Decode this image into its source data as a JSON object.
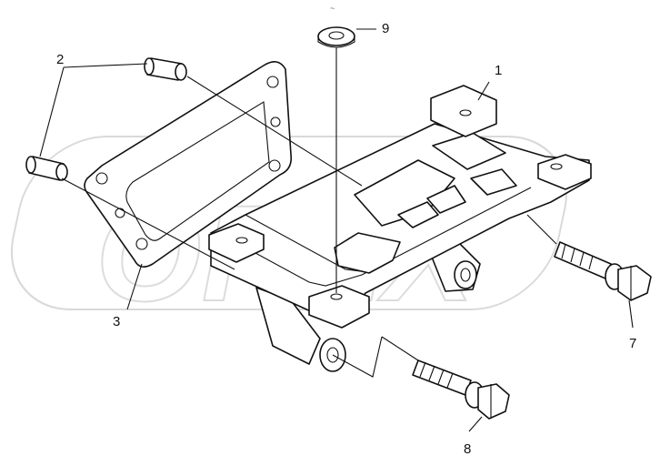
{
  "diagram": {
    "watermark_text": "OPEX",
    "header_mark": "~",
    "callouts": [
      {
        "id": "1",
        "label": "1"
      },
      {
        "id": "2",
        "label": "2"
      },
      {
        "id": "3",
        "label": "3"
      },
      {
        "id": "7",
        "label": "7"
      },
      {
        "id": "8",
        "label": "8"
      },
      {
        "id": "9",
        "label": "9"
      }
    ]
  }
}
